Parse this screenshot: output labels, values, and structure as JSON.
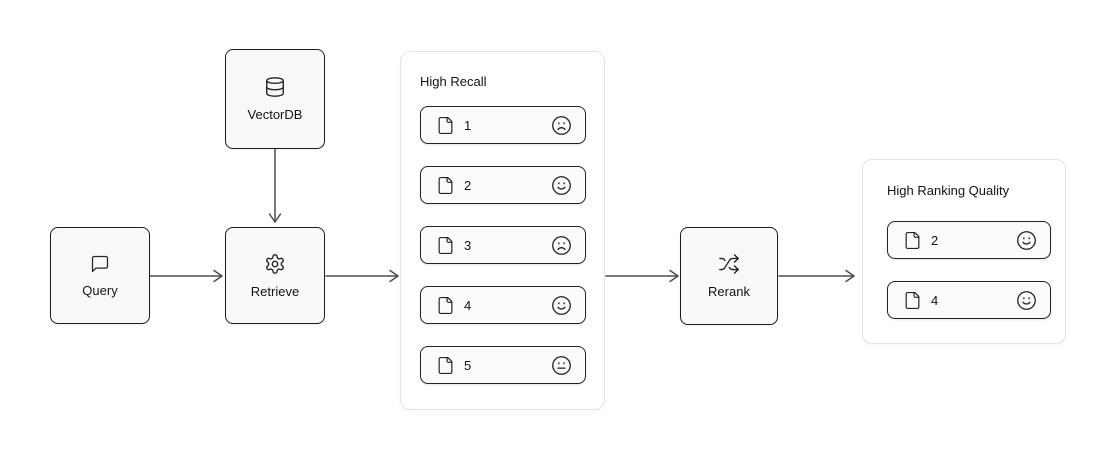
{
  "diagram": {
    "nodes": {
      "query": {
        "label": "Query",
        "icon": "message-square-icon"
      },
      "vectordb": {
        "label": "VectorDB",
        "icon": "database-icon"
      },
      "retrieve": {
        "label": "Retrieve",
        "icon": "gear-icon"
      },
      "rerank": {
        "label": "Rerank",
        "icon": "shuffle-icon"
      }
    },
    "recall_panel": {
      "title": "High Recall",
      "items": [
        {
          "label": "1",
          "sentiment": "sad",
          "face_icon": "frown-icon"
        },
        {
          "label": "2",
          "sentiment": "happy",
          "face_icon": "smile-icon"
        },
        {
          "label": "3",
          "sentiment": "sad",
          "face_icon": "frown-icon"
        },
        {
          "label": "4",
          "sentiment": "happy",
          "face_icon": "smile-icon"
        },
        {
          "label": "5",
          "sentiment": "neutral",
          "face_icon": "meh-icon"
        }
      ]
    },
    "ranking_panel": {
      "title": "High Ranking Quality",
      "items": [
        {
          "label": "2",
          "sentiment": "happy",
          "face_icon": "smile-icon"
        },
        {
          "label": "4",
          "sentiment": "happy",
          "face_icon": "smile-icon"
        }
      ]
    },
    "connections": [
      {
        "from": "Query",
        "to": "Retrieve"
      },
      {
        "from": "VectorDB",
        "to": "Retrieve"
      },
      {
        "from": "Retrieve",
        "to": "High Recall"
      },
      {
        "from": "High Recall",
        "to": "Rerank"
      },
      {
        "from": "Rerank",
        "to": "High Ranking Quality"
      }
    ],
    "colors": {
      "background": "#ffffff",
      "node_fill": "#f9f9f9",
      "node_border": "#1d1d1f",
      "panel_fill": "#fffffe",
      "panel_border": "#e4e4e4",
      "row_fill": "#fbfbfb",
      "row_border": "#232323",
      "arrow": "#4d4d4d",
      "text": "#131313"
    }
  }
}
